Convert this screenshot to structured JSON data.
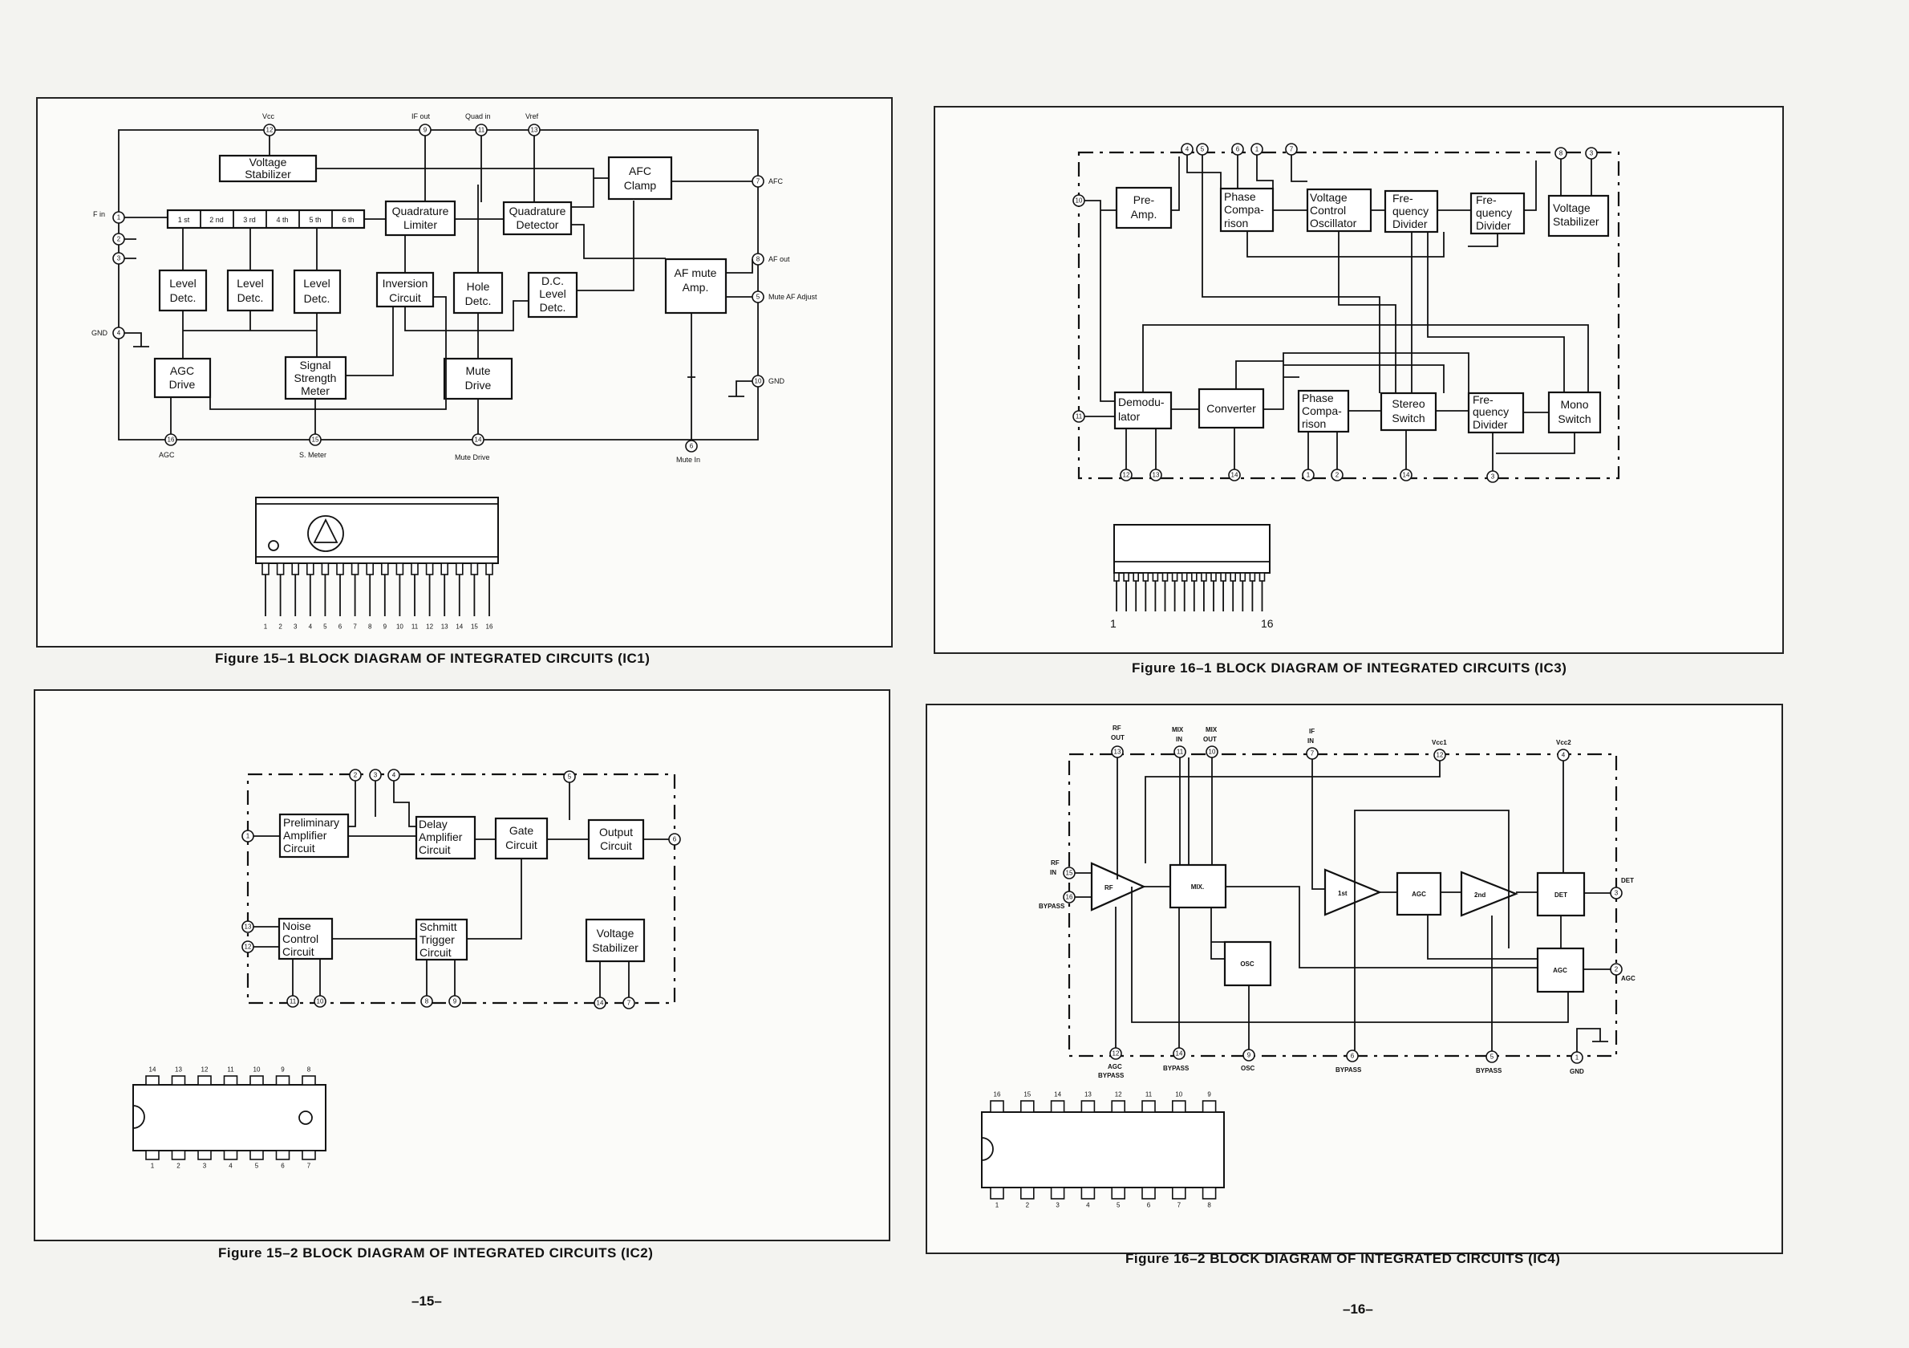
{
  "captions": {
    "fig15_1": "Figure 15–1 BLOCK DIAGRAM OF INTEGRATED CIRCUITS (IC1)",
    "fig15_2": "Figure 15–2 BLOCK DIAGRAM OF INTEGRATED CIRCUITS (IC2)",
    "fig16_1": "Figure 16–1 BLOCK DIAGRAM OF INTEGRATED CIRCUITS (IC3)",
    "fig16_2": "Figure 16–2 BLOCK DIAGRAM OF INTEGRATED CIRCUITS (IC4)"
  },
  "page_numbers": {
    "left": "–15–",
    "right": "–16–"
  },
  "ic1": {
    "blocks": {
      "voltage_stabilizer": [
        "Voltage",
        "Stabilizer"
      ],
      "quadrature_limiter": [
        "Quadrature",
        "Limiter"
      ],
      "quadrature_detector": [
        "Quadrature",
        "Detector"
      ],
      "afc_clamp": [
        "AFC",
        "Clamp"
      ],
      "level_detc_1": [
        "Level",
        "Detc."
      ],
      "level_detc_2": [
        "Level",
        "Detc."
      ],
      "level_detc_3": [
        "Level",
        "Detc."
      ],
      "inversion_circuit": [
        "Inversion",
        "Circuit"
      ],
      "hole_detc": [
        "Hole",
        "Detc."
      ],
      "dc_level_detc": [
        "D.C.",
        "Level",
        "Detc."
      ],
      "af_mute_amp": [
        "AF mute",
        "Amp."
      ],
      "agc_drive": [
        "AGC",
        "Drive"
      ],
      "signal_strength_meter": [
        "Signal",
        "Strength",
        "Meter"
      ],
      "mute_drive": [
        "Mute",
        "Drive"
      ]
    },
    "stages": [
      "1 st",
      "2 nd",
      "3 rd",
      "4 th",
      "5 th",
      "6 th"
    ],
    "labels": {
      "vcc": "Vcc",
      "if_out": "IF out",
      "quad_in": "Quad in",
      "vref": "Vref",
      "f_in": "F in",
      "gnd_left": "GND",
      "afc": "AFC",
      "af_out": "AF out",
      "mute_af_adjust": "Mute AF Adjust",
      "gnd_right": "GND",
      "agc": "AGC",
      "s_meter": "S. Meter",
      "mute_drive": "Mute Drive",
      "mute_in": "Mute In"
    },
    "pins": {
      "top": [
        "12",
        "9",
        "11",
        "13"
      ],
      "left": [
        "1",
        "2",
        "3",
        "4"
      ],
      "right": [
        "7",
        "8",
        "5",
        "10"
      ],
      "bottom": [
        "16",
        "15",
        "14",
        "6"
      ]
    },
    "package_pins": [
      "1",
      "2",
      "3",
      "4",
      "5",
      "6",
      "7",
      "8",
      "9",
      "10",
      "11",
      "12",
      "13",
      "14",
      "15",
      "16"
    ]
  },
  "ic2": {
    "blocks": {
      "preliminary_amplifier": [
        "Preliminary",
        "Amplifier",
        "Circuit"
      ],
      "delay_amplifier": [
        "Delay",
        "Amplifier",
        "Circuit"
      ],
      "gate_circuit": [
        "Gate",
        "Circuit"
      ],
      "output_circuit": [
        "Output",
        "Circuit"
      ],
      "noise_control": [
        "Noise",
        "Control",
        "Circuit"
      ],
      "schmitt_trigger": [
        "Schmitt",
        "Trigger",
        "Circuit"
      ],
      "voltage_stabilizer": [
        "Voltage",
        "Stabilizer"
      ]
    },
    "pins": {
      "top": [
        "2",
        "3",
        "4",
        "5"
      ],
      "left": [
        "1",
        "13",
        "12"
      ],
      "right": [
        "6"
      ],
      "bottom": [
        "11",
        "10",
        "8",
        "9",
        "14",
        "7"
      ]
    },
    "package_top": [
      "14",
      "13",
      "12",
      "11",
      "10",
      "9",
      "8"
    ],
    "package_bottom": [
      "1",
      "2",
      "3",
      "4",
      "5",
      "6",
      "7"
    ]
  },
  "ic3": {
    "blocks": {
      "pre_amp": [
        "Pre-",
        "Amp."
      ],
      "phase_comparison_1": [
        "Phase",
        "Compa-",
        "rison"
      ],
      "vco": [
        "Voltage",
        "Control",
        "Oscillator"
      ],
      "freq_divider_1": [
        "Fre-",
        "quency",
        "Divider"
      ],
      "freq_divider_2": [
        "Fre-",
        "quency",
        "Divider"
      ],
      "voltage_stabilizer": [
        "Voltage",
        "Stabilizer"
      ],
      "demodulator": [
        "Demodu-",
        "lator"
      ],
      "converter": [
        "Converter"
      ],
      "phase_comparison_2": [
        "Phase",
        "Compa-",
        "rison"
      ],
      "stereo_switch": [
        "Stereo",
        "Switch"
      ],
      "freq_divider_3": [
        "Fre-",
        "quency",
        "Divider"
      ],
      "mono_switch": [
        "Mono",
        "Switch"
      ]
    },
    "pins": {
      "top": [
        "4",
        "5",
        "6",
        "1",
        "7",
        "8",
        "3"
      ],
      "left": [
        "10",
        "11"
      ],
      "bottom": [
        "12",
        "13",
        "14",
        "1",
        "2",
        "14",
        "3"
      ]
    },
    "package_pins": {
      "first": "1",
      "last": "16"
    }
  },
  "ic4": {
    "blocks": {
      "rf": "RF",
      "mix": "MIX.",
      "osc": "OSC",
      "if_1st": "1st",
      "agc_mid": "AGC",
      "if_2nd": "2nd",
      "det": "DET",
      "agc_low": "AGC"
    },
    "labels": {
      "rf_out": [
        "RF",
        "OUT"
      ],
      "mix_in": [
        "MIX",
        "IN"
      ],
      "mix_out": [
        "MIX",
        "OUT"
      ],
      "if_in": [
        "IF",
        "IN"
      ],
      "vcc1": "Vcc1",
      "vcc2": "Vcc2",
      "rf_in": [
        "RF",
        "IN"
      ],
      "bypass_left": "BYPASS",
      "det_out": "DET",
      "agc_out": "AGC",
      "agc_bypass": [
        "AGC",
        "BYPASS"
      ],
      "bypass_1": "BYPASS",
      "osc": "OSC",
      "bypass_2": "BYPASS",
      "bypass_3": "BYPASS",
      "gnd": "GND"
    },
    "pins": {
      "top": [
        "13",
        "11",
        "10",
        "7",
        "12",
        "4"
      ],
      "left": [
        "15",
        "16"
      ],
      "right": [
        "3",
        "2"
      ],
      "bottom": [
        "12",
        "14",
        "9",
        "6",
        "5",
        "1"
      ]
    },
    "package_top": [
      "16",
      "15",
      "14",
      "13",
      "12",
      "11",
      "10",
      "9"
    ],
    "package_bottom": [
      "1",
      "2",
      "3",
      "4",
      "5",
      "6",
      "7",
      "8"
    ]
  }
}
